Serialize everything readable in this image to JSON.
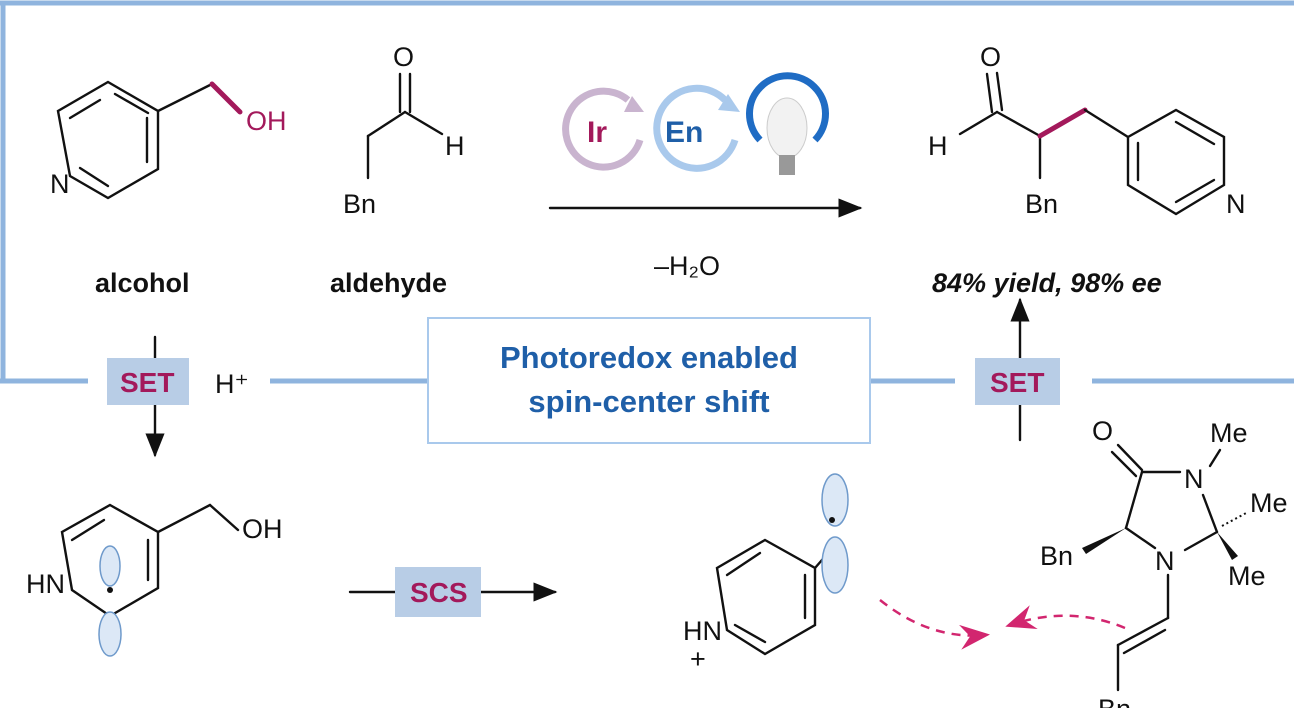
{
  "reactants": {
    "alcohol": {
      "label": "alcohol",
      "atoms": {
        "n": "N",
        "oh": "OH"
      }
    },
    "aldehyde": {
      "label": "aldehyde",
      "atoms": {
        "o": "O",
        "h": "H",
        "bn": "Bn"
      }
    }
  },
  "conditions": {
    "catalyst_1": "Ir",
    "catalyst_2": "En",
    "byproduct": "–H₂O",
    "light_icon": "light-bulb-icon"
  },
  "product": {
    "result": "84% yield, 98% ee",
    "atoms": {
      "o": "O",
      "h": "H",
      "bn": "Bn",
      "n": "N"
    }
  },
  "mechanism": {
    "set_left": "SET",
    "proton": "H⁺",
    "center_box": {
      "line1": "Photoredox enabled",
      "line2": "spin-center shift"
    },
    "set_right": "SET",
    "scs": "SCS"
  },
  "intermediates": {
    "radical": {
      "hn": "HN",
      "oh": "OH"
    },
    "pyridinium_radical": {
      "hn": "HN",
      "plus": "+"
    },
    "enamine": {
      "o": "O",
      "me1": "Me",
      "me2": "Me",
      "me3": "Me",
      "n1": "N",
      "n2": "N",
      "bn1": "Bn",
      "bn2": "Bn"
    }
  },
  "colors": {
    "accent": "#a3195b",
    "blue": "#1f5fa8",
    "box": "#b8cde6",
    "frame": "#8fb4de"
  }
}
